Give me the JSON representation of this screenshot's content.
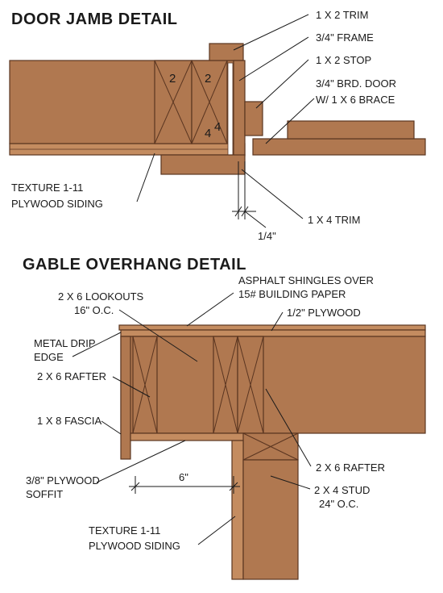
{
  "door_jamb": {
    "title": "DOOR JAMB DETAIL",
    "labels": {
      "trim_1x2": "1 X 2 TRIM",
      "frame_3_4": "3/4\" FRAME",
      "stop_1x2": "1 X 2 STOP",
      "door_line1": "3/4\" BRD. DOOR",
      "door_line2": "W/ 1 X 6 BRACE",
      "siding_line1": "TEXTURE 1-11",
      "siding_line2": "PLYWOOD SIDING",
      "trim_1x4": "1 X 4 TRIM",
      "gap": "1/4\""
    },
    "stud_marks": [
      "2",
      "2",
      "4",
      "4"
    ]
  },
  "gable_overhang": {
    "title": "GABLE OVERHANG DETAIL",
    "labels": {
      "shingles_line1": "ASPHALT SHINGLES OVER",
      "shingles_line2": "15# BUILDING PAPER",
      "lookouts_line1": "2 X 6 LOOKOUTS",
      "lookouts_line2": "16\" O.C.",
      "plywood": "1/2\" PLYWOOD",
      "drip_line1": "METAL DRIP",
      "drip_line2": "EDGE",
      "rafter_left": "2 X 6 RAFTER",
      "fascia": "1 X 8 FASCIA",
      "rafter_right": "2 X 6 RAFTER",
      "soffit_line1": "3/8\" PLYWOOD",
      "soffit_line2": "SOFFIT",
      "overhang": "6\"",
      "stud_line1": "2 X 4 STUD",
      "stud_line2": "24\" O.C.",
      "siding_line1": "TEXTURE 1-11",
      "siding_line2": "PLYWOOD SIDING"
    }
  },
  "colors": {
    "wood": "#b07850",
    "wood_light": "#c48c60",
    "outline": "#5a3520",
    "ink": "#1a1a1a"
  }
}
